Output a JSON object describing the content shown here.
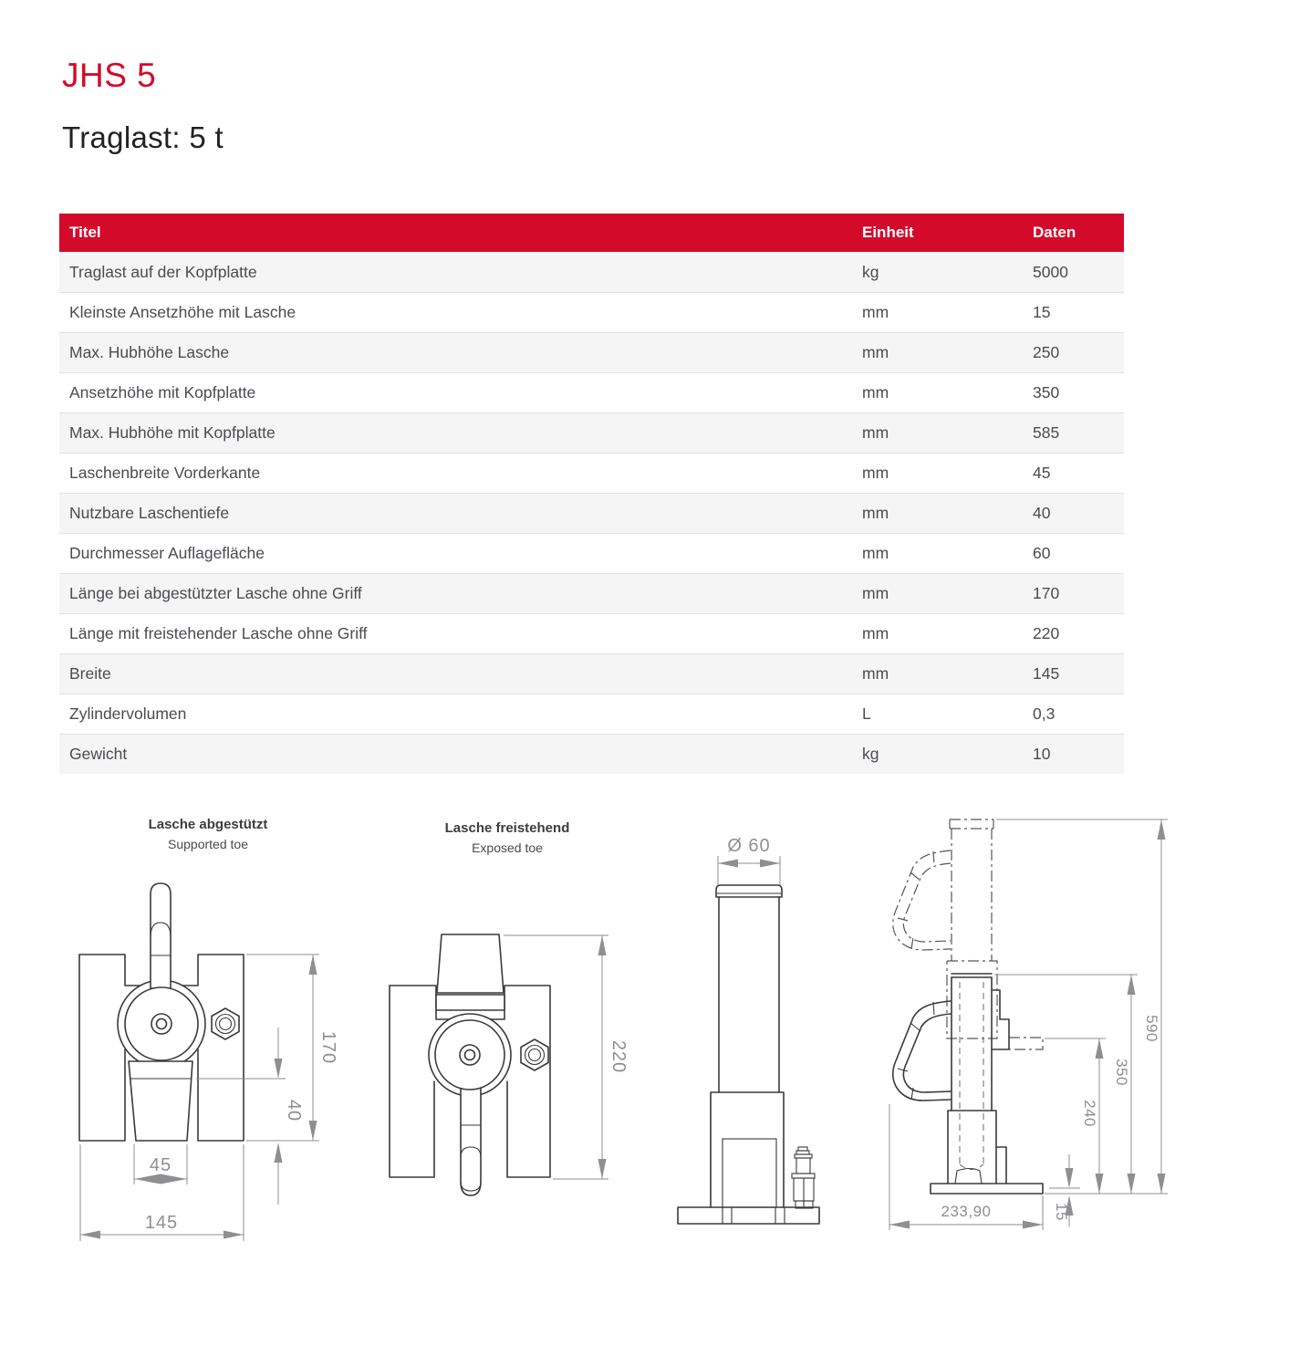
{
  "page": {
    "title": "JHS 5",
    "subtitle": "Traglast: 5 t"
  },
  "table": {
    "headers": [
      "Titel",
      "Einheit",
      "Daten"
    ],
    "rows": [
      [
        "Traglast auf der Kopfplatte",
        "kg",
        "5000"
      ],
      [
        "Kleinste Ansetzhöhe mit Lasche",
        "mm",
        "15"
      ],
      [
        "Max. Hubhöhe Lasche",
        "mm",
        "250"
      ],
      [
        "Ansetzhöhe mit Kopfplatte",
        "mm",
        "350"
      ],
      [
        "Max. Hubhöhe mit Kopfplatte",
        "mm",
        "585"
      ],
      [
        "Laschenbreite Vorderkante",
        "mm",
        "45"
      ],
      [
        "Nutzbare Laschentiefe",
        "mm",
        "40"
      ],
      [
        "Durchmesser Auflagefläche",
        "mm",
        "60"
      ],
      [
        "Länge bei abgestützter Lasche ohne Griff",
        "mm",
        "170"
      ],
      [
        "Länge mit freistehender Lasche ohne Griff",
        "mm",
        "220"
      ],
      [
        "Breite",
        "mm",
        "145"
      ],
      [
        "Zylindervolumen",
        "L",
        "0,3"
      ],
      [
        "Gewicht",
        "kg",
        "10"
      ]
    ]
  },
  "drawings": {
    "supported_toe": {
      "caption_de": "Lasche abgestützt",
      "caption_en": "Supported toe",
      "dim_height": "170",
      "dim_toe_depth": "40",
      "dim_toe_width": "45",
      "dim_width": "145"
    },
    "exposed_toe": {
      "caption_de": "Lasche freistehend",
      "caption_en": "Exposed toe",
      "dim_length": "220"
    },
    "cylinder_view": {
      "dim_diameter": "Ø 60"
    },
    "side_view": {
      "dim_total_height": "590",
      "dim_plate_height": "350",
      "dim_toe_height": "240",
      "dim_min_height": "15",
      "dim_depth": "233,90"
    }
  },
  "colors": {
    "accent": "#d40a2a",
    "row_alt": "#f5f5f6"
  }
}
